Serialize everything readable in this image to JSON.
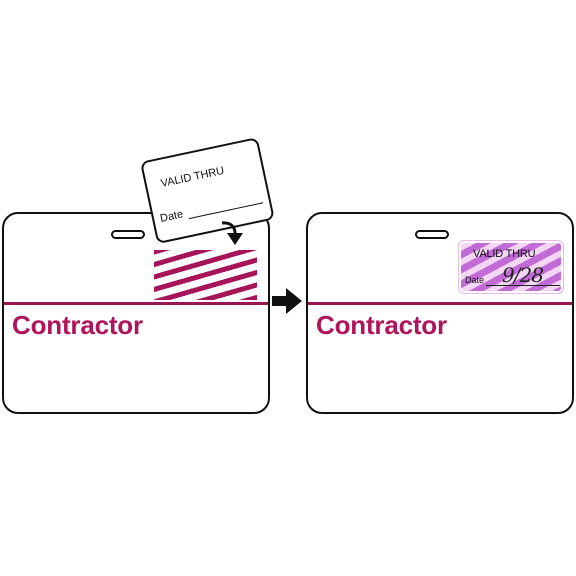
{
  "badge_left": {
    "title": "Contractor"
  },
  "badge_right": {
    "title": "Contractor"
  },
  "sticker_card": {
    "valid_label": "VALID THRU",
    "date_label": "Date"
  },
  "sticker_applied": {
    "valid_label": "VALID THRU",
    "date_label": "Date",
    "handwritten_date": "9/28"
  },
  "icons": {
    "flow_arrow": "right-arrow-icon",
    "apply_arrow": "curved-down-arrow-icon"
  },
  "colors": {
    "brand": "#b0145a",
    "band": "#9b1552",
    "stripe_dark": "#a8145a",
    "stripe_purple": "#c26ad6"
  }
}
